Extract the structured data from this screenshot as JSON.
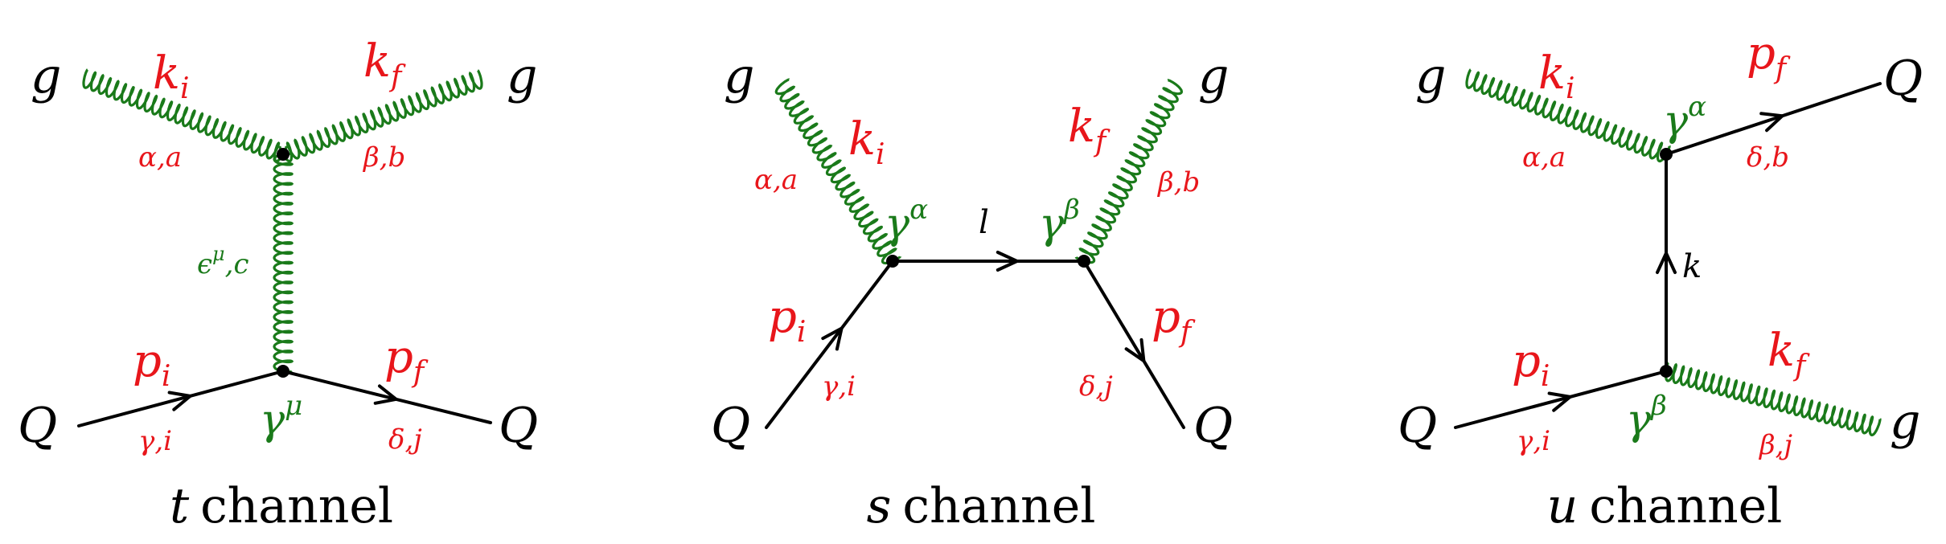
{
  "colors": {
    "label_red": "#e8161b",
    "label_green": "#1a7a1a",
    "line_black": "#000000"
  },
  "diagrams": [
    {
      "id": "t",
      "caption_var": "t",
      "caption_word": "channel",
      "ext": {
        "g_in": "g",
        "g_out": "g",
        "q_in": "Q",
        "q_out": "Q"
      },
      "mom": {
        "ki": "k",
        "ki_sub": "i",
        "kf": "k",
        "kf_sub": "f",
        "pi": "p",
        "pi_sub": "i",
        "pf": "p",
        "pf_sub": "f"
      },
      "idx": {
        "in_gluon": "α,a",
        "out_gluon": "β,b",
        "exchange": "ϵ",
        "exchange_sup": "μ",
        "exchange_rest": ",c",
        "in_quark": "γ,i",
        "out_quark": "δ,j"
      },
      "vertex": {
        "base": "γ",
        "sup": "μ"
      }
    },
    {
      "id": "s",
      "caption_var": "s",
      "caption_word": "channel",
      "ext": {
        "g_in": "g",
        "g_out": "g",
        "q_in": "Q",
        "q_out": "Q"
      },
      "mom": {
        "ki": "k",
        "ki_sub": "i",
        "kf": "k",
        "kf_sub": "f",
        "pi": "p",
        "pi_sub": "i",
        "pf": "p",
        "pf_sub": "f",
        "internal": "l"
      },
      "idx": {
        "in_gluon": "α,a",
        "out_gluon": "β,b",
        "in_quark": "γ,i",
        "out_quark": "δ,j"
      },
      "vertex_left": {
        "base": "γ",
        "sup": "α"
      },
      "vertex_right": {
        "base": "γ",
        "sup": "β"
      }
    },
    {
      "id": "u",
      "caption_var": "u",
      "caption_word": "channel",
      "ext": {
        "g_in": "g",
        "g_out": "g",
        "q_in": "Q",
        "q_out": "Q"
      },
      "mom": {
        "ki": "k",
        "ki_sub": "i",
        "kf": "k",
        "kf_sub": "f",
        "pi": "p",
        "pi_sub": "i",
        "pf": "p",
        "pf_sub": "f",
        "internal": "k"
      },
      "idx": {
        "in_gluon": "α,a",
        "out_quark_top": "δ,b",
        "in_quark": "γ,i",
        "out_gluon_bottom": "β,j"
      },
      "vertex_top": {
        "base": "γ",
        "sup": "α"
      },
      "vertex_bottom": {
        "base": "γ",
        "sup": "β"
      }
    }
  ]
}
